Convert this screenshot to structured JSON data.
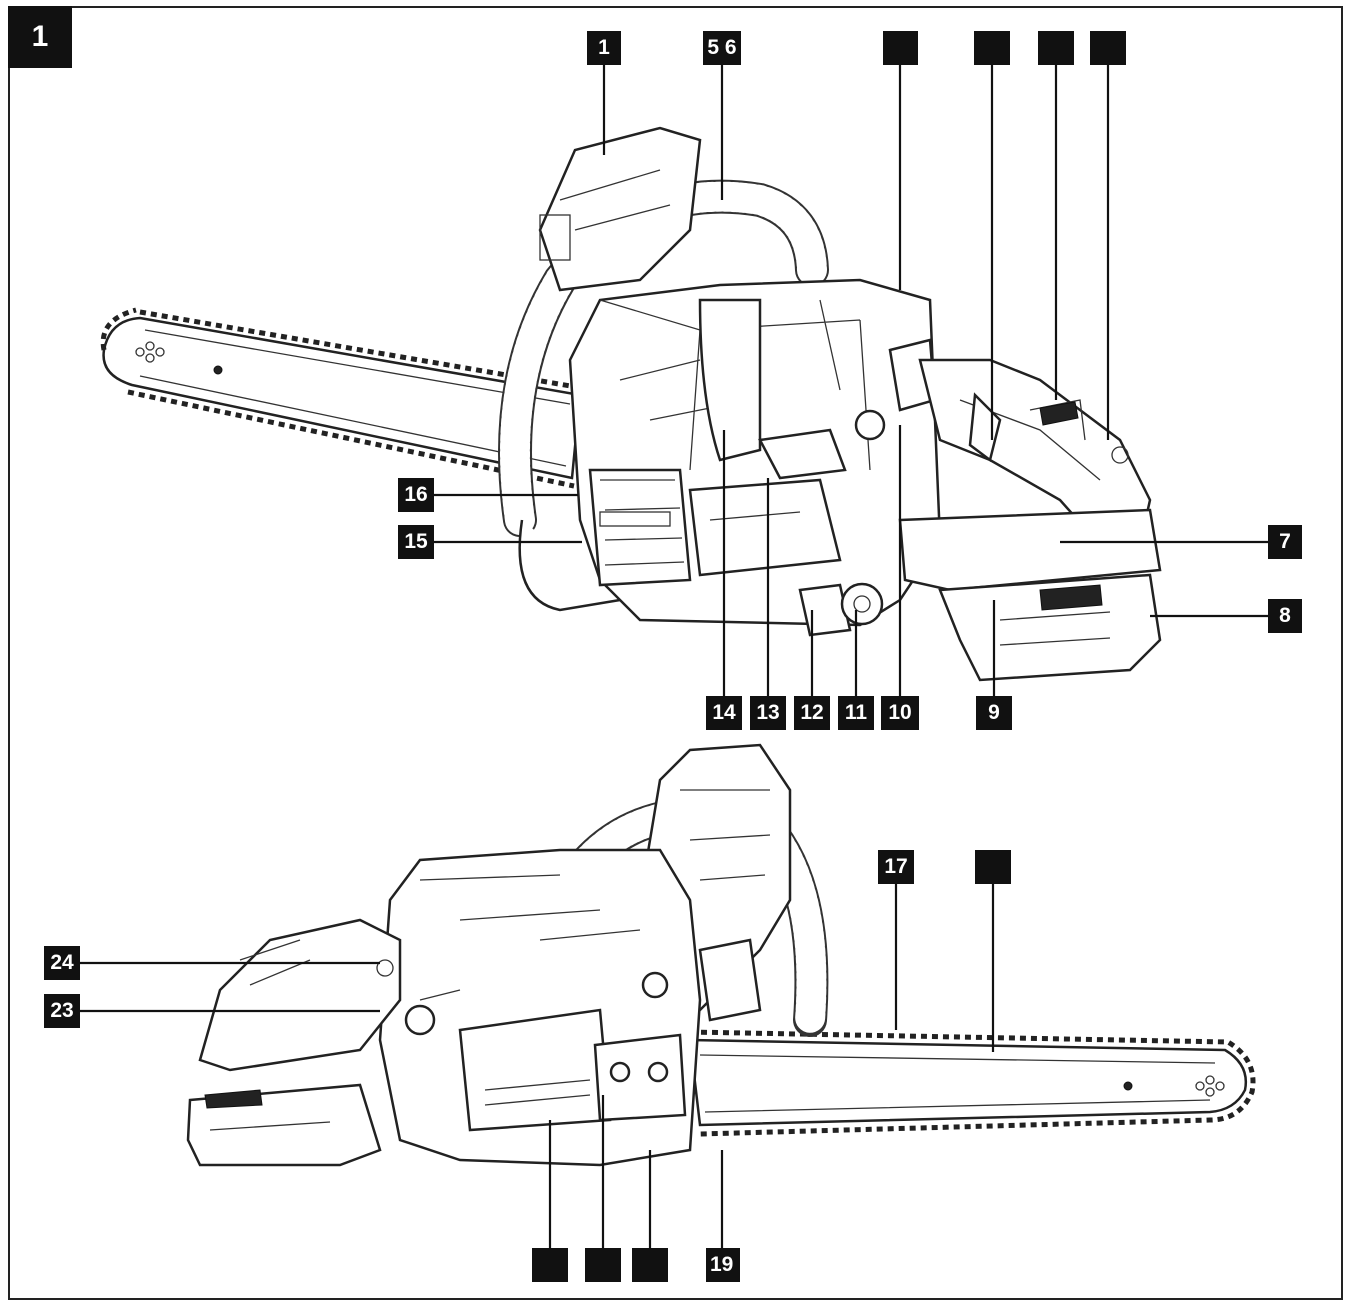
{
  "figure_number": "1",
  "top_view": {
    "callouts": [
      {
        "id": "t1",
        "text": "1"
      },
      {
        "id": "t56",
        "text": "5 6"
      },
      {
        "id": "tA",
        "text": ""
      },
      {
        "id": "tB",
        "text": ""
      },
      {
        "id": "tC",
        "text": ""
      },
      {
        "id": "tD",
        "text": ""
      },
      {
        "id": "t7",
        "text": "7"
      },
      {
        "id": "t8",
        "text": "8"
      },
      {
        "id": "t9",
        "text": "9"
      },
      {
        "id": "t10",
        "text": "10"
      },
      {
        "id": "t11",
        "text": "11"
      },
      {
        "id": "t12",
        "text": "12"
      },
      {
        "id": "t13",
        "text": "13"
      },
      {
        "id": "t14",
        "text": "14"
      },
      {
        "id": "t15",
        "text": "15"
      },
      {
        "id": "t16",
        "text": "16"
      }
    ]
  },
  "bottom_view": {
    "callouts": [
      {
        "id": "b17",
        "text": "17"
      },
      {
        "id": "bE",
        "text": ""
      },
      {
        "id": "b24",
        "text": "24"
      },
      {
        "id": "b23",
        "text": "23"
      },
      {
        "id": "bF",
        "text": ""
      },
      {
        "id": "bG",
        "text": ""
      },
      {
        "id": "bH",
        "text": ""
      },
      {
        "id": "b19",
        "text": "19"
      }
    ]
  }
}
